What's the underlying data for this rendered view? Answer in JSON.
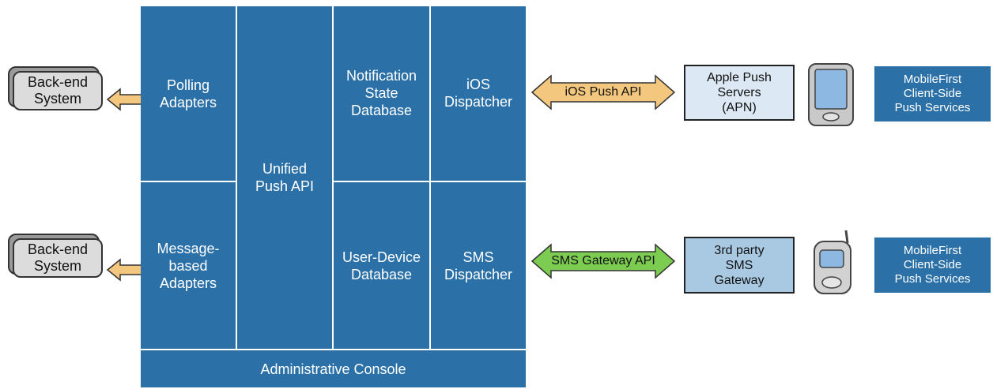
{
  "backend_systems": [
    {
      "label": "Back-end\nSystem"
    },
    {
      "label": "Back-end\nSystem"
    }
  ],
  "server": {
    "polling_adapters": "Polling\nAdapters",
    "message_adapters": "Message-\nbased\nAdapters",
    "unified_push_api": "Unified\nPush API",
    "notification_db": "Notification\nState\nDatabase",
    "user_device_db": "User-Device\nDatabase",
    "ios_dispatcher": "iOS\nDispatcher",
    "sms_dispatcher": "SMS\nDispatcher",
    "admin_console": "Administrative Console"
  },
  "channels": [
    {
      "api_label": "iOS Push API",
      "arrow_color": "#f4c77e",
      "service_label": "Apple Push\nServers\n(APN)",
      "service_color": "#dce9f4",
      "client_label": "MobileFirst\nClient-Side\nPush Services"
    },
    {
      "api_label": "SMS Gateway API",
      "arrow_color": "#7ccc52",
      "service_label": "3rd party\nSMS\nGateway",
      "service_color": "#a9c9e3",
      "client_label": "MobileFirst\nClient-Side\nPush Services"
    }
  ],
  "colors": {
    "server_blue": "#2b71a8",
    "adapter_arrow": "#f4c77e"
  }
}
